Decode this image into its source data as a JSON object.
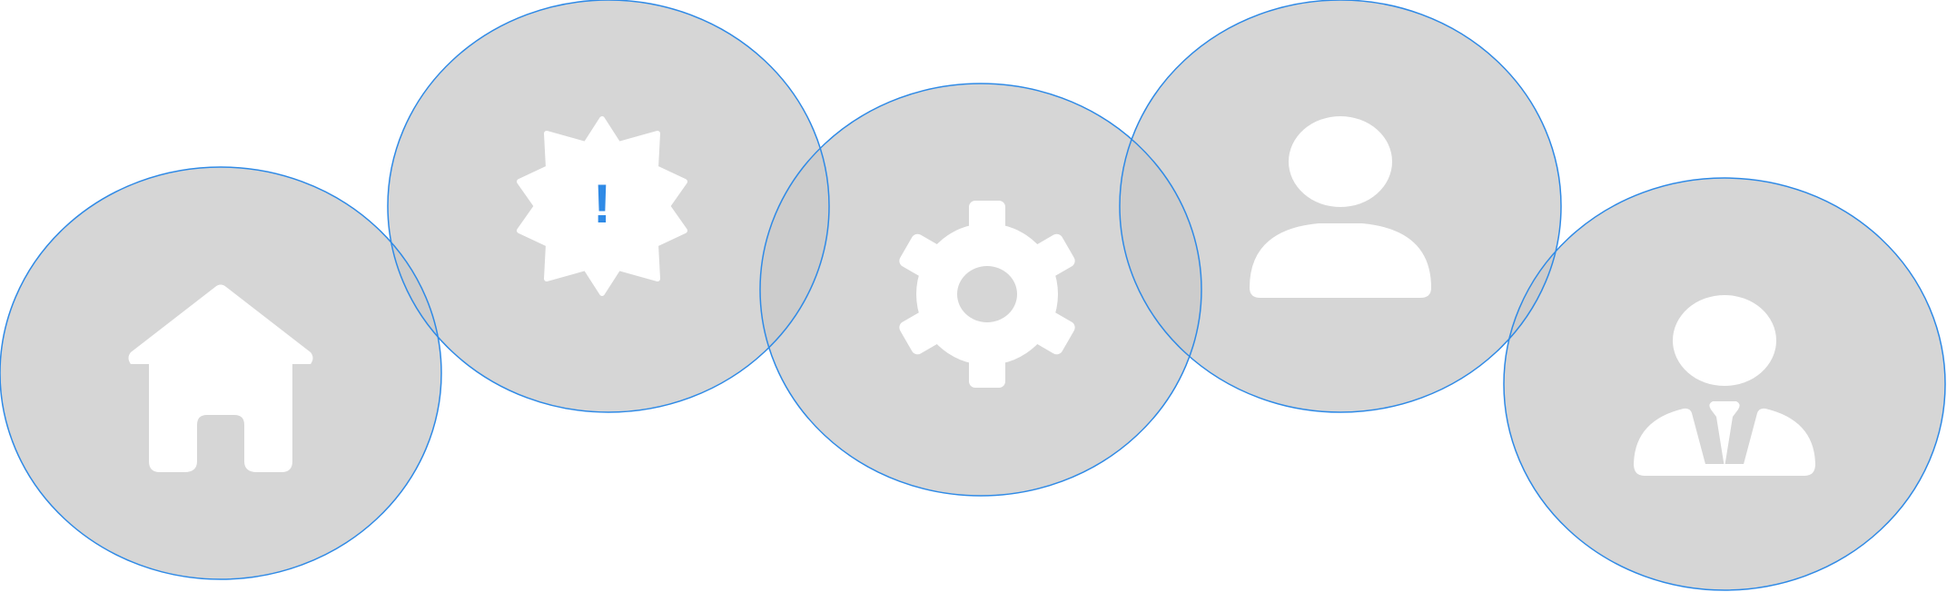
{
  "diagram": {
    "colors": {
      "circle_fill": "#c8c8c8",
      "circle_stroke": "#2f8ae6",
      "icon_fill": "#ffffff",
      "alert_mark": "#2f8ae6"
    },
    "nodes": [
      {
        "id": "home",
        "icon": "home-icon"
      },
      {
        "id": "alert",
        "icon": "alert-badge-icon",
        "mark": "!"
      },
      {
        "id": "settings",
        "icon": "gear-icon"
      },
      {
        "id": "user",
        "icon": "user-icon"
      },
      {
        "id": "business-user",
        "icon": "business-user-icon"
      }
    ]
  }
}
